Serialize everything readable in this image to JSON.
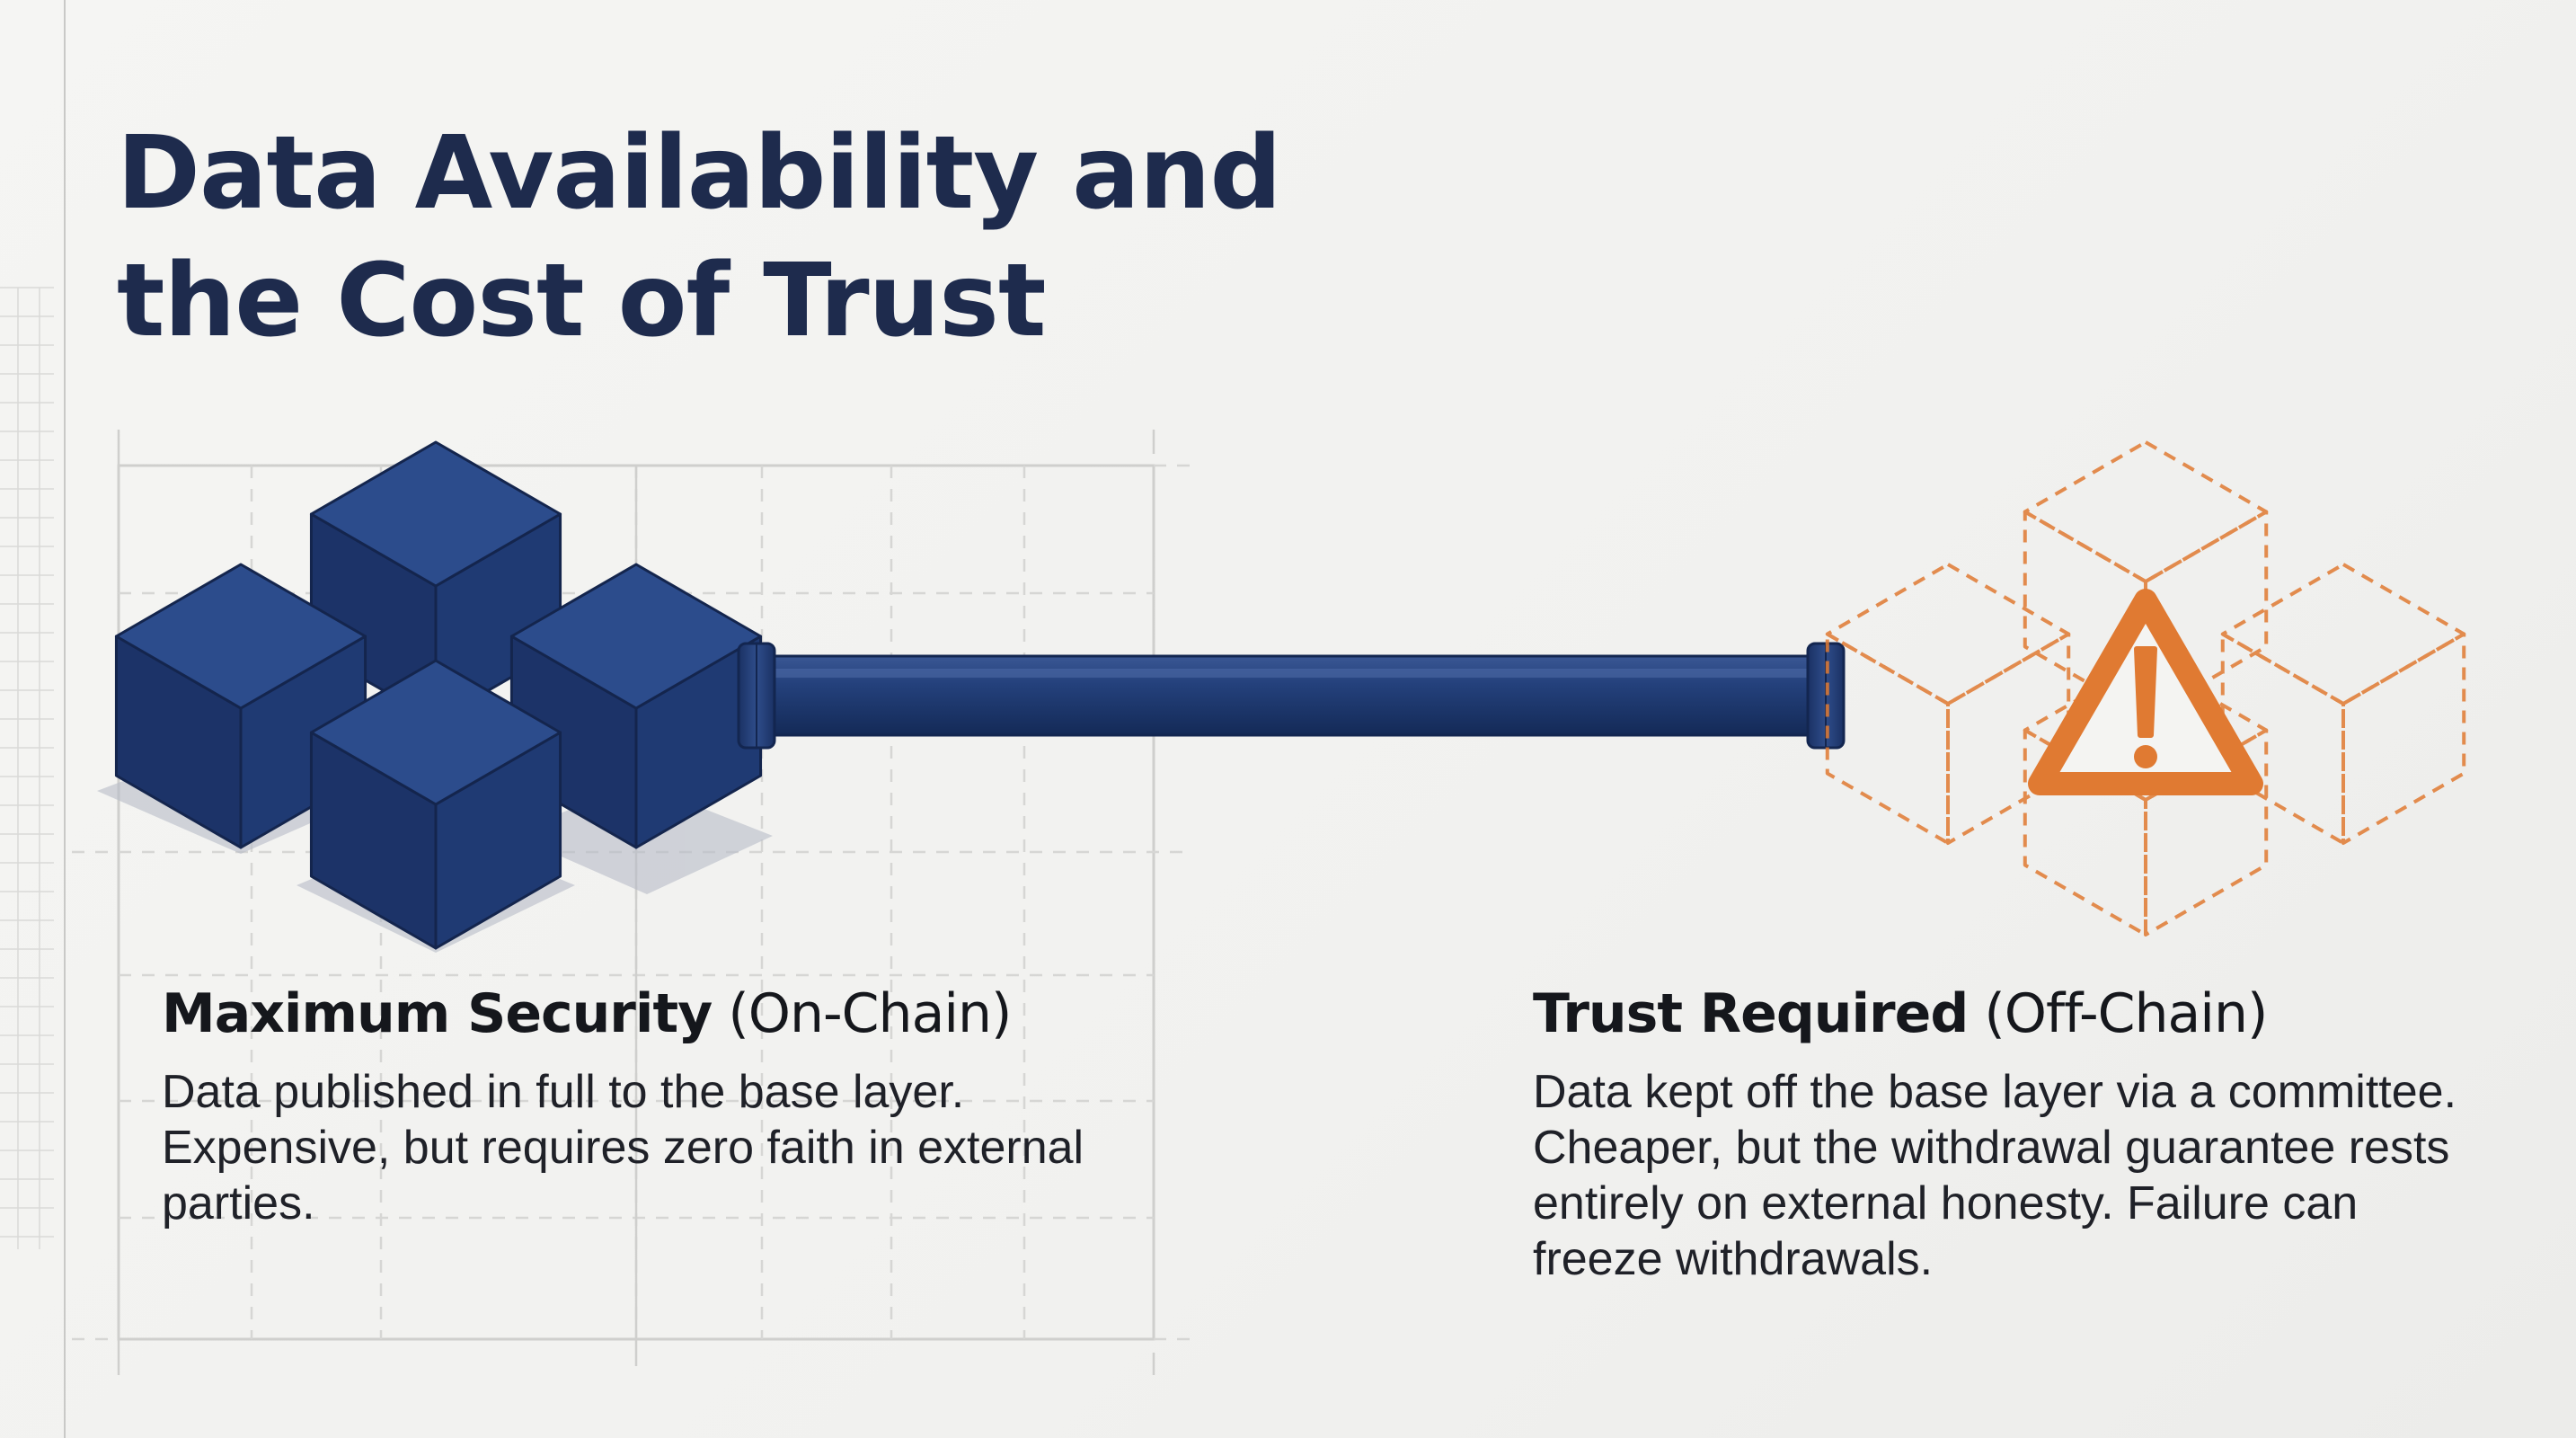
{
  "slide": {
    "title_lines": [
      "Data Availability and",
      "the Cost of Trust"
    ]
  },
  "left_panel": {
    "heading_strong": "Maximum Security",
    "heading_qualifier": "(On-Chain)",
    "body": "Data published in full to the base layer. Expensive, but requires zero faith in external parties."
  },
  "right_panel": {
    "heading_strong": "Trust Required",
    "heading_qualifier": "(Off-Chain)",
    "body": "Data kept off the base layer via a committee. Cheaper, but the withdrawal guarantee rests entirely on external honesty. Failure can freeze withdrawals."
  },
  "icons": {
    "left_cluster": "solid-blocks-cluster-icon",
    "connector": "pipe-connector-icon",
    "right_cluster": "dashed-blocks-cluster-icon",
    "warning": "warning-triangle-icon"
  },
  "colors": {
    "title": "#1e2b4d",
    "block_front": "#1f3a73",
    "block_top": "#2c4c8c",
    "pipe": "#223c76",
    "warning_accent": "#e07a32",
    "grid_line": "#d2d2d0"
  }
}
